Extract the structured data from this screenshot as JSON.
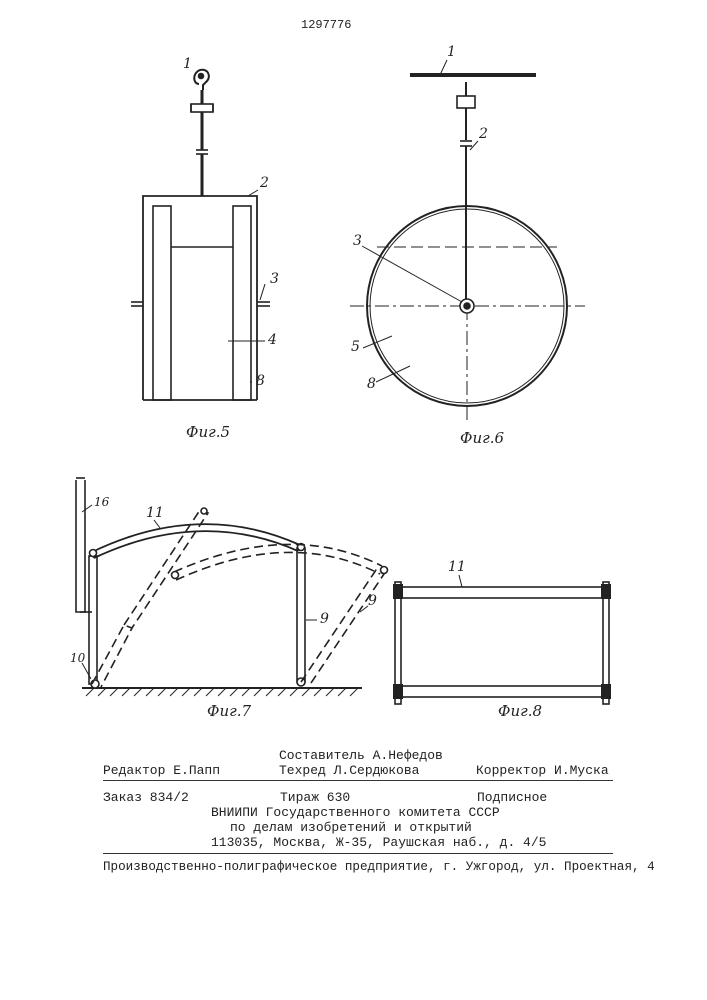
{
  "header": {
    "patent_number": "1297776"
  },
  "figures": {
    "fig5": {
      "caption": "Фиг.5",
      "labels": [
        "1",
        "2",
        "3",
        "4",
        "8"
      ]
    },
    "fig6": {
      "caption": "Фиг.6",
      "labels": [
        "1",
        "2",
        "3",
        "5",
        "8"
      ]
    },
    "fig7": {
      "caption": "Фиг.7",
      "labels": [
        "16",
        "11",
        "9",
        "9",
        "10"
      ]
    },
    "fig8": {
      "caption": "Фиг.8",
      "labels": [
        "11"
      ]
    }
  },
  "imprint": {
    "editor": "Редактор Е.Папп",
    "compiler": "Составитель А.Нефедов",
    "tech_editor": "Техред Л.Сердюкова",
    "proofreader": "Корректор И.Муска",
    "order": "Заказ 834/2",
    "circulation": "Тираж 630",
    "subscription": "Подписное",
    "org_line1": "ВНИИПИ Государственного комитета СССР",
    "org_line2": "по делам изобретений и открытий",
    "org_address": "113035, Москва, Ж-35, Раушская наб., д. 4/5",
    "printer": "Производственно-полиграфическое предприятие, г. Ужгород, ул. Проектная, 4"
  }
}
